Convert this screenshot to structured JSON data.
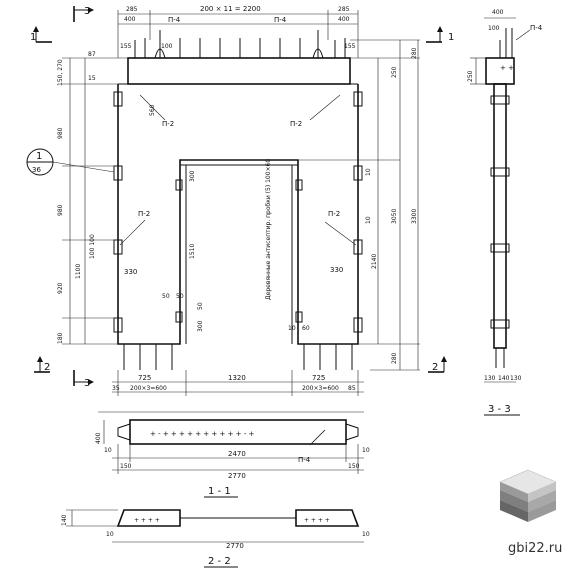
{
  "front": {
    "section_top_left": "3",
    "section_top_right": "3",
    "mark_top_left": "1",
    "mark_top_right": "1",
    "mark_bot_left": "2",
    "mark_bot_right": "2",
    "top_dim_main": "200 × 11 = 2200",
    "top_dim_left_a": "285",
    "top_dim_left_b": "400",
    "top_dim_right_a": "285",
    "top_dim_right_b": "400",
    "p4_left": "П-4",
    "p4_right": "П-4",
    "d155_l": "155",
    "d155_r": "155",
    "d100": "100",
    "d87": "87",
    "d15": "15",
    "d150_270": "150, 270",
    "d980": "980",
    "d980b": "980",
    "d920": "920",
    "d1100": "1100",
    "d180": "180",
    "d100_100": "100 100",
    "d560": "560",
    "p2_a": "П-2",
    "p2_b": "П-2",
    "p2_c": "П-2",
    "p2_d": "П-2",
    "d330_l": "330",
    "d330_r": "330",
    "d300": "300",
    "d1510": "1510",
    "d50a": "50",
    "d50b": "50",
    "d50c": "50",
    "d300b": "300",
    "d10a": "10",
    "d10b": "10",
    "d60": "60",
    "d10c": "10",
    "d250": "250",
    "d280": "280",
    "d3050": "3050",
    "d3300": "3300",
    "d2140": "2140",
    "d280b": "280",
    "circle_top": "1",
    "circle_bot": "36",
    "vertical_note": "Деревянные антисептир. пробки (5) 100×60",
    "bottom_725_l": "725",
    "bottom_1320": "1320",
    "bottom_725_r": "725",
    "bottom_35": "35",
    "bottom_left_dim": "200×3=600",
    "bottom_right_dim": "200×3=600",
    "bottom_85": "85"
  },
  "side": {
    "d400": "400",
    "d100": "100",
    "p4": "П-4",
    "d250": "250",
    "d130a": "130",
    "d140": "140",
    "d130b": "130",
    "title": "3 - 3"
  },
  "sec1": {
    "d400": "400",
    "d10": "10",
    "d10b": "10",
    "d150": "150",
    "d2470": "2470",
    "d150b": "150",
    "d2770": "2770",
    "p4": "П-4",
    "title": "1 - 1"
  },
  "sec2": {
    "d140": "140",
    "d10": "10",
    "d10b": "10",
    "d2770": "2770",
    "title": "2 - 2"
  },
  "watermark": "gbi22.ru"
}
